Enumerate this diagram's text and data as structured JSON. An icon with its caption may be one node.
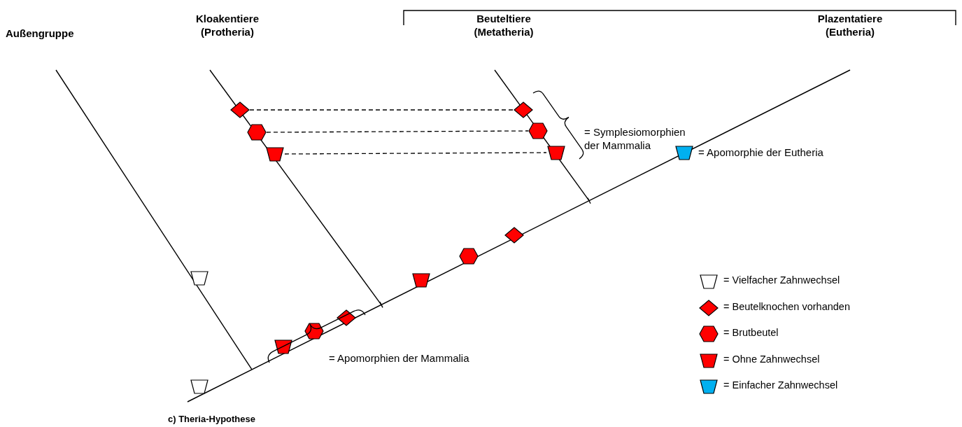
{
  "diagram": {
    "caption": "c) Theria-Hypothese",
    "nodes": [
      {
        "text": [],
        "shape": "diamond"
      },
      {
        "text": [],
        "shape": "hexagon"
      },
      {
        "text": [],
        "shape": "trapezoid"
      },
      {
        "text": [],
        "shape": "diamond"
      },
      {
        "text": [],
        "shape": "hexagon"
      },
      {
        "text": [],
        "shape": "trapezoid"
      }
    ],
    "edges": [
      {
        "from": 0,
        "to": 3,
        "arrow": "none",
        "style": "dashed"
      },
      {
        "from": 1,
        "to": 4,
        "arrow": "none",
        "style": "dashed"
      },
      {
        "from": 2,
        "to": 5,
        "arrow": "none",
        "style": "dashed"
      }
    ],
    "labels": [
      "Außengruppe",
      "Kloakentiere (Protheria)",
      "Beuteltiere (Metatheria)",
      "Plazentatiere (Eutheria)",
      "= Symplesiomorphien der Mammalia",
      "= Apomorphie der Eutheria",
      "= Apomorphien der Mammalia"
    ],
    "legend": [
      {
        "text": "= Vielfacher Zahnwechsel"
      },
      {
        "text": "= Beutelknochen vorhanden"
      },
      {
        "text": "= Brutbeutel"
      },
      {
        "text": "= Ohne Zahnwechsel"
      },
      {
        "text": "= Einfacher Zahnwechsel"
      }
    ]
  }
}
